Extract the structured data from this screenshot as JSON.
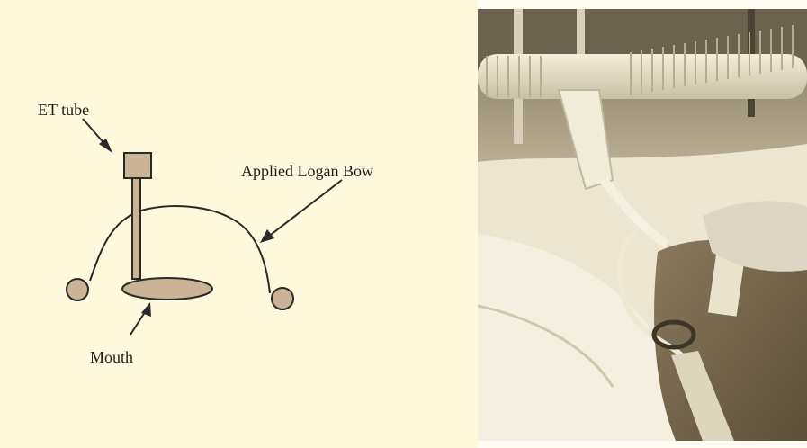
{
  "diagram": {
    "labels": {
      "et_tube": "ET tube",
      "logan_bow": "Applied Logan Bow",
      "mouth": "Mouth"
    },
    "colors": {
      "background": "#fef8dd",
      "ink": "#2a2a2a",
      "fill": "#c9b596"
    }
  },
  "photo": {
    "subject": "intubated patient with ET tube secured by a Logan bow"
  }
}
